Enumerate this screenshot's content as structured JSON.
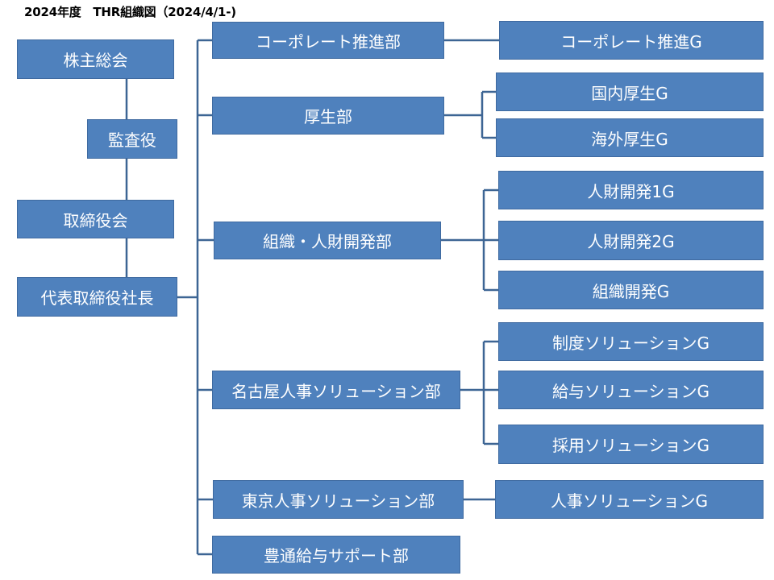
{
  "title": "2024年度　THR組織図（2024/4/1-)",
  "governance": {
    "shareholders": "株主総会",
    "auditor": "監査役",
    "board": "取締役会",
    "president": "代表取締役社長"
  },
  "departments": {
    "corporate": "コーポレート推進部",
    "welfare": "厚生部",
    "org_hr": "組織・人財開発部",
    "nagoya": "名古屋人事ソリューション部",
    "tokyo": "東京人事ソリューション部",
    "payroll": "豊通給与サポート部"
  },
  "groups": {
    "corporate_g": "コーポレート推進G",
    "domestic_welfare_g": "国内厚生G",
    "overseas_welfare_g": "海外厚生G",
    "hr_dev_1g": "人財開発1G",
    "hr_dev_2g": "人財開発2G",
    "org_dev_g": "組織開発G",
    "system_sol_g": "制度ソリューションG",
    "salary_sol_g": "給与ソリューションG",
    "recruit_sol_g": "採用ソリューションG",
    "hr_sol_g": "人事ソリューションG"
  },
  "colors": {
    "box_fill": "#4f81bd",
    "connector": "#3d6594"
  }
}
